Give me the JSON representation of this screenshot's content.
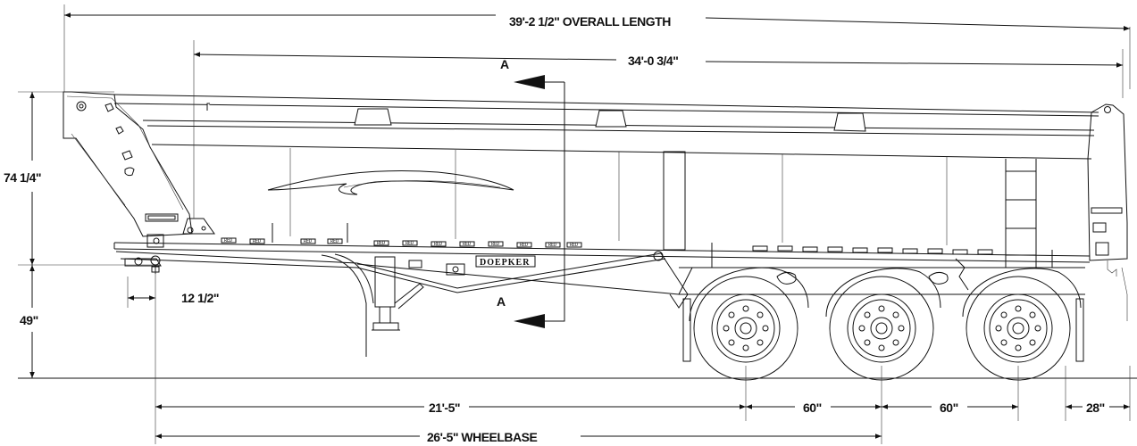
{
  "drawing": {
    "dimensions": {
      "overall_length": "39'-2 1/2\" OVERALL LENGTH",
      "body_length": "34'-0 3/4\"",
      "height_upper": "74 1/4\"",
      "height_lower": "49\"",
      "kingpin_offset": "12 1/2\"",
      "kingpin_to_axle": "21'-5\"",
      "axle_spacing_1": "60\"",
      "axle_spacing_2": "60\"",
      "rear_overhang": "28\"",
      "wheelbase": "26'-5\" WHEELBASE"
    },
    "section_marks": {
      "top": "A",
      "bottom": "A"
    },
    "brand": "DOEPKER",
    "reflector_label": "RED"
  }
}
